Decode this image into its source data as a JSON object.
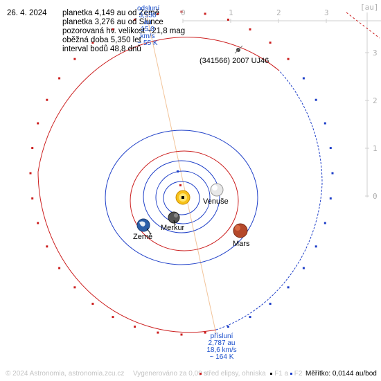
{
  "header": {
    "date": "26. 4. 2024",
    "info_lines": [
      "planetka 4,149 au od Země",
      "planetka 3,276 au od Slunce",
      "pozorovaná hv. velikost ~21,8 mag",
      "oběžná doba 5,350 let",
      "interval bodů 48,8 dnů"
    ]
  },
  "aphelion_label": [
    "odsluní",
    "3,530 au",
    "15,0 km/s",
    "~ 55 K"
  ],
  "perihelion_label": [
    "přísluní",
    "2,787 au",
    "18,6 km/s",
    "~ 164 K"
  ],
  "axis": {
    "unit": "[au]",
    "x_ticks": [
      "0",
      "1",
      "2",
      "3"
    ],
    "y_ticks": [
      "3",
      "2",
      "1",
      "0"
    ]
  },
  "bodies": {
    "asteroid": "(341566) 2007 UJ46",
    "venus": "Venuše",
    "mercury": "Merkur",
    "earth": "Země",
    "mars": "Mars"
  },
  "footer": {
    "copyright": "© 2024 Astronomia, astronomia.zcu.cz",
    "generated": "Vygenerováno za 0,09 s",
    "legend_center": "střed elipsy, ohniska",
    "legend_f1": "F1 a",
    "legend_f2": "F2",
    "scale": "Měřítko: 0,0144 au/bod"
  },
  "colors": {
    "aphelion_half": "#cc1f1f",
    "perihelion_half": "#1e3fc8",
    "apsis_line": "#f0c090",
    "axis": "#c8c8c8"
  }
}
